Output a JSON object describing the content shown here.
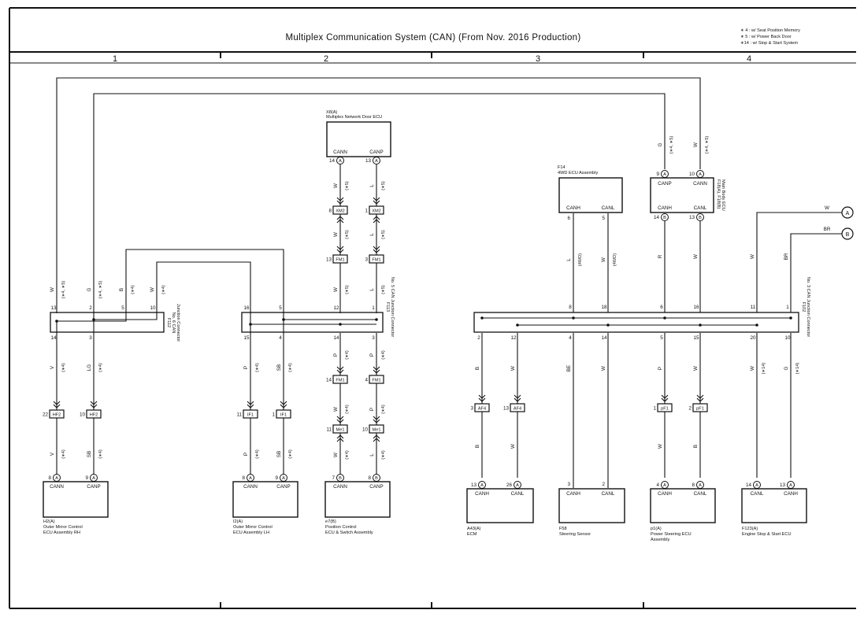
{
  "title": "Multiplex Communication System (CAN) (From Nov.  2016 Production)",
  "notes": [
    "∗ 4 : w/ Seat Position Memory",
    "∗ 5 : w/ Power Back Door",
    "∗14 : w/ Stop & Start System"
  ],
  "zones": [
    "1",
    "2",
    "3",
    "4"
  ],
  "components": [
    {
      "id": "X8",
      "code": "X8(A)",
      "name": [
        "Multiplex Network Door ECU"
      ],
      "pins": [
        {
          "pin": "14",
          "conn": "A",
          "label": "CANN"
        },
        {
          "pin": "13",
          "conn": "A",
          "label": "CANP"
        }
      ]
    },
    {
      "id": "F14",
      "code": "F14",
      "name": [
        "4WD ECU Assembly"
      ],
      "pins": [
        {
          "pin": "6",
          "conn": "",
          "label": "CANH"
        },
        {
          "pin": "5",
          "conn": "",
          "label": "CANL"
        }
      ]
    },
    {
      "id": "F18",
      "code": "F18(A), F18(B)",
      "name": [
        "Main Body ECU"
      ],
      "pins": [
        {
          "pin": "9",
          "conn": "A",
          "label": "CANP"
        },
        {
          "pin": "10",
          "conn": "A",
          "label": "CANN"
        },
        {
          "pin": "14",
          "conn": "B",
          "label": "CANH"
        },
        {
          "pin": "13",
          "conn": "B",
          "label": "CANL"
        }
      ]
    },
    {
      "id": "H2",
      "code": "H2(A)",
      "name": [
        "Outer Mirror Control",
        "ECU Assembly RH"
      ],
      "pins": [
        {
          "pin": "8",
          "conn": "A",
          "label": "CANN"
        },
        {
          "pin": "9",
          "conn": "A",
          "label": "CANP"
        }
      ]
    },
    {
      "id": "I2",
      "code": "I2(A)",
      "name": [
        "Outer Mirror Control",
        "ECU Assembly LH"
      ],
      "pins": [
        {
          "pin": "8",
          "conn": "A",
          "label": "CANN"
        },
        {
          "pin": "9",
          "conn": "A",
          "label": "CANP"
        }
      ]
    },
    {
      "id": "e7",
      "code": "e7(B)",
      "name": [
        "Position Control",
        "ECU & Switch Assembly"
      ],
      "pins": [
        {
          "pin": "7",
          "conn": "B",
          "label": "CANN"
        },
        {
          "pin": "8",
          "conn": "B",
          "label": "CANP"
        }
      ]
    },
    {
      "id": "A43",
      "code": "A43(A)",
      "name": [
        "ECM"
      ],
      "pins": [
        {
          "pin": "13",
          "conn": "A",
          "label": "CANH"
        },
        {
          "pin": "26",
          "conn": "A",
          "label": "CANL"
        }
      ]
    },
    {
      "id": "F58",
      "code": "F58",
      "name": [
        "Steering Sensor"
      ],
      "pins": [
        {
          "pin": "3",
          "conn": "",
          "label": "CANH"
        },
        {
          "pin": "2",
          "conn": "",
          "label": "CANL"
        }
      ]
    },
    {
      "id": "p1",
      "code": "p1(A)",
      "name": [
        "Power Steering ECU",
        "Assembly"
      ],
      "pins": [
        {
          "pin": "4",
          "conn": "A",
          "label": "CANH"
        },
        {
          "pin": "8",
          "conn": "A",
          "label": "CANL"
        }
      ]
    },
    {
      "id": "F123",
      "code": "F123(A)",
      "name": [
        "Engine Stop & Start ECU"
      ],
      "pins": [
        {
          "pin": "14",
          "conn": "A",
          "label": "CANL"
        },
        {
          "pin": "13",
          "conn": "A",
          "label": "CANH"
        }
      ]
    }
  ],
  "junctions": [
    {
      "id": "F112",
      "lines": [
        "F112",
        "No. 6  CAN",
        "Junction Connector"
      ],
      "top_pins": [
        "13",
        "2",
        "5",
        "10"
      ],
      "bottom_pins": [
        "14",
        "3"
      ]
    },
    {
      "id": "F113",
      "lines": [
        "F113",
        "No. 5 CAN Junction Connector"
      ],
      "top_pins": [
        "16",
        "5",
        "12",
        "1"
      ],
      "bottom_pins": [
        "15",
        "4",
        "14",
        "3"
      ]
    },
    {
      "id": "F102",
      "lines": [
        "F102",
        "No. 3 CAN Junction Connector"
      ],
      "top_pins": [
        "8",
        "18",
        "6",
        "16",
        "11",
        "1"
      ],
      "bottom_pins": [
        "2",
        "12",
        "4",
        "14",
        "5",
        "15",
        "20",
        "10"
      ]
    }
  ],
  "inline_connectors": [
    "XM2",
    "XM2",
    "FM1",
    "FM1",
    "FM1",
    "FM1",
    "Me1",
    "Me1",
    "HF2",
    "HF2",
    "IF1",
    "IF1",
    "AF4",
    "AF4",
    "pF1",
    "pF1"
  ],
  "connector_pins": {
    "xm2_left": "8",
    "xm2_right": "1",
    "fm1_top_left": "13",
    "fm1_top_right": "3",
    "fm1_bot_left": "14",
    "fm1_bot_right": "4",
    "me1_left": "11",
    "me1_right": "10",
    "hf2_left": "22",
    "hf2_right": "10",
    "if1_left": "11",
    "if1_right": "1",
    "af4_left": "3",
    "af4_right": "13",
    "pf1_left": "1",
    "pf1_right": "2"
  },
  "wires": {
    "colors": [
      "W",
      "G",
      "B",
      "LG",
      "V",
      "SB",
      "P",
      "L",
      "BE",
      "R",
      "BR"
    ],
    "conditions": [
      "(∗4, ∗5)",
      "(∗5)",
      "(∗4)",
      "(∗14)",
      "(4WD)"
    ]
  },
  "off_page_refs": [
    {
      "marker": "A",
      "color": "W"
    },
    {
      "marker": "B",
      "color": "BR"
    }
  ]
}
